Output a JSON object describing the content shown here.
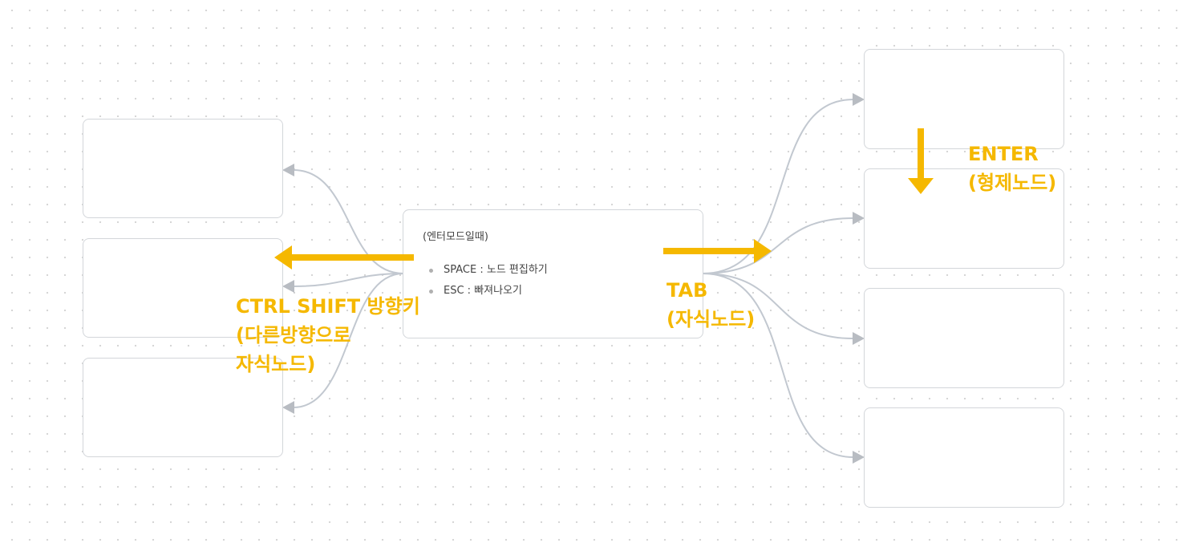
{
  "colors": {
    "accent": "#f5b800",
    "connector": "#c2c8d0",
    "node_border": "#d3d6da",
    "text": "#444444"
  },
  "center_node": {
    "title": "(엔터모드일때)",
    "items": [
      "SPACE : 노드 편집하기",
      "ESC : 빠져나오기"
    ]
  },
  "hints": {
    "ctrl_shift": "CTRL SHIFT 방향키\n(다른방향으로\n자식노드)",
    "tab": "TAB\n(자식노드)",
    "enter": "ENTER\n(형제노드)"
  },
  "left_nodes": [
    "",
    "",
    ""
  ],
  "right_nodes": [
    "",
    "",
    "",
    ""
  ]
}
